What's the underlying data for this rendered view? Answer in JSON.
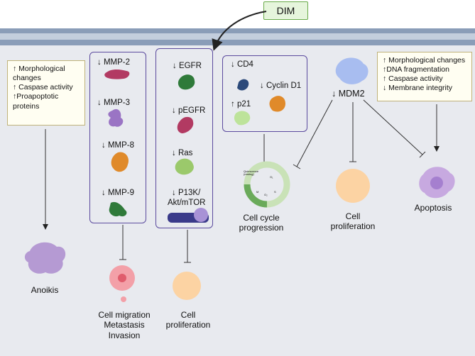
{
  "dim": {
    "label": "DIM"
  },
  "left_note": {
    "lines": [
      "↑ Morphological",
      "changes",
      "↑ Caspase activity",
      "↑Proapoptotic",
      "proteins"
    ]
  },
  "right_note": {
    "lines": [
      "↑ Morphological changes",
      "↑DNA fragmentation",
      "↑ Caspase activity",
      "↓ Membrane integrity"
    ]
  },
  "mmp_panel": {
    "labels": [
      "↓ MMP-2",
      "↓ MMP-3",
      "↓ MMP-8",
      "↓ MMP-9"
    ]
  },
  "egfr_panel": {
    "labels": [
      "↓ EGFR",
      "↓ pEGFR",
      "↓ Ras",
      "↓ P13K/",
      "Akt/mTOR"
    ]
  },
  "cd4_panel": {
    "labels": [
      "↓ CD4",
      "↓ Cyclin D1",
      "↑ p21"
    ]
  },
  "mdm2": {
    "label": "↓ MDM2"
  },
  "cycle_labels": {
    "quiescence": "Quiescence",
    "resting": "(resting)",
    "g1": "G₁",
    "s": "S",
    "g2": "G₂",
    "m": "M"
  },
  "outcomes": {
    "anoikis": "Anoikis",
    "migration": [
      "Cell migration",
      "Metastasis",
      "Invasion"
    ],
    "proliferation_mid": [
      "Cell",
      "proliferation"
    ],
    "cell_cycle": [
      "Cell cycle",
      "progression"
    ],
    "proliferation_right": [
      "Cell",
      "proliferation"
    ],
    "apoptosis": "Apoptosis"
  },
  "colors": {
    "membrane_dark": "#8a9db8",
    "membrane_light": "#c3cedd",
    "cytoplasm": "#e8eaef",
    "panel_border": "#5b4a9e",
    "dim_fill": "#e6f5dc",
    "dim_border": "#6aab4a",
    "note_fill": "#fffef2",
    "note_border": "#bfb27a"
  }
}
